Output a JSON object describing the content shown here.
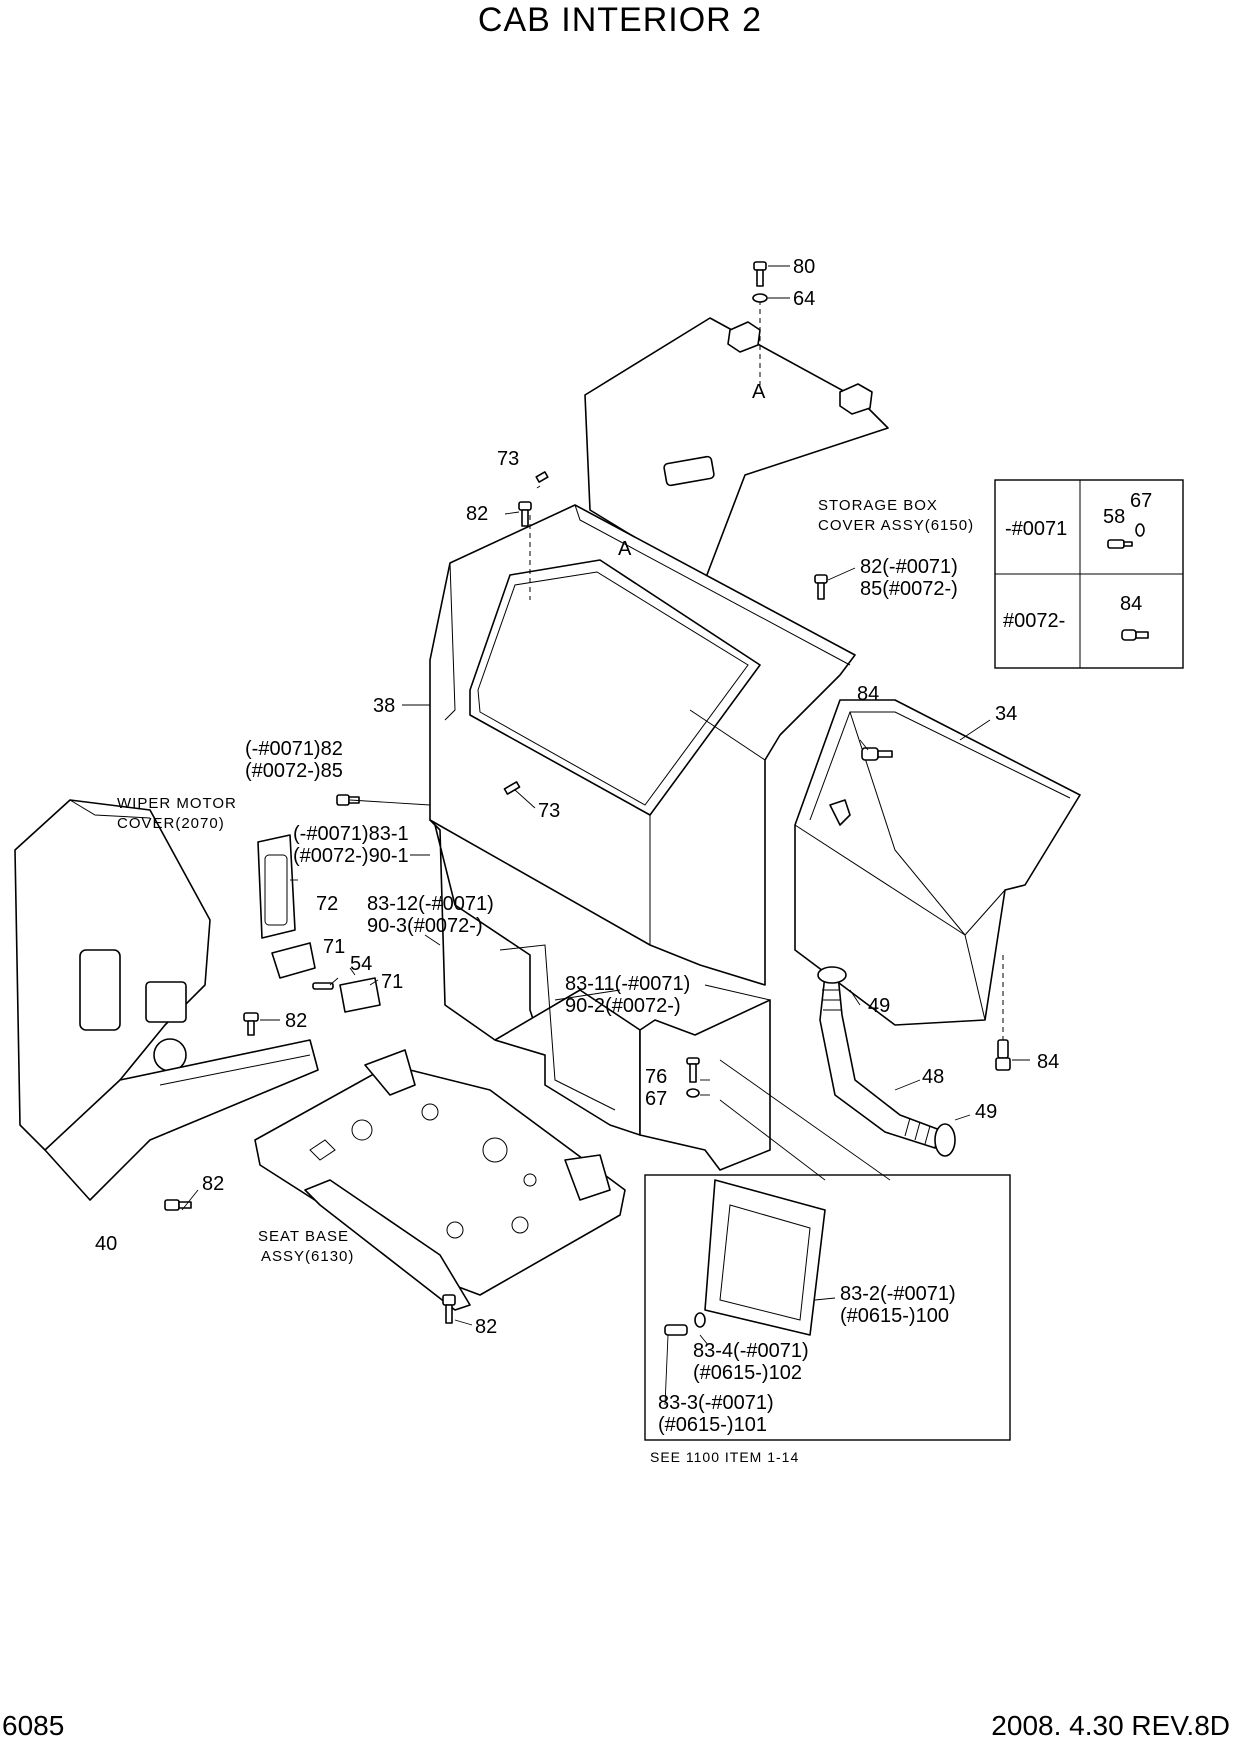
{
  "title": "CAB INTERIOR 2",
  "footer": {
    "page_number": "6085",
    "date_rev": "2008. 4.30  REV.8D"
  },
  "notes": {
    "storage_box_1": "STORAGE BOX",
    "storage_box_2": "COVER ASSY(6150)",
    "wiper_1": "WIPER MOTOR",
    "wiper_2": "COVER(2070)",
    "seat_1": "SEAT BASE",
    "seat_2": "ASSY(6130)",
    "see_item": "SEE 1100 ITEM 1-14"
  },
  "callouts": {
    "c80": "80",
    "c64": "64",
    "cA1": "A",
    "c73a": "73",
    "c82a": "82",
    "cA2": "A",
    "c82_85_1": "82(-#0071)",
    "c82_85_2": "85(#0072-)",
    "c38": "38",
    "c84a": "84",
    "c34": "34",
    "c82_85L_1": "(-#0071)82",
    "c82_85L_2": "(#0072-)85",
    "c73b": "73",
    "c83_90_1": "(-#0071)83-1",
    "c83_90_2": "(#0072-)90-1",
    "c72": "72",
    "c83_12_1": "83-12(-#0071)",
    "c83_12_2": "90-3(#0072-)",
    "c71a": "71",
    "c54": "54",
    "c71b": "71",
    "c83_11_1": "83-11(-#0071)",
    "c83_11_2": "90-2(#0072-)",
    "c49a": "49",
    "c82b": "82",
    "c84b": "84",
    "c76": "76",
    "c48": "48",
    "c67": "67",
    "c49b": "49",
    "c82c": "82",
    "c40": "40",
    "c82d": "82",
    "c83_2_1": "83-2(-#0071)",
    "c83_2_2": "(#0615-)100",
    "c83_4_1": "83-4(-#0071)",
    "c83_4_2": "(#0615-)102",
    "c83_3_1": "83-3(-#0071)",
    "c83_3_2": "(#0615-)101"
  },
  "variant_table": {
    "row1_serial": "-#0071",
    "row1_a": "58",
    "row1_b": "67",
    "row2_serial": "#0072-",
    "row2_a": "84"
  }
}
